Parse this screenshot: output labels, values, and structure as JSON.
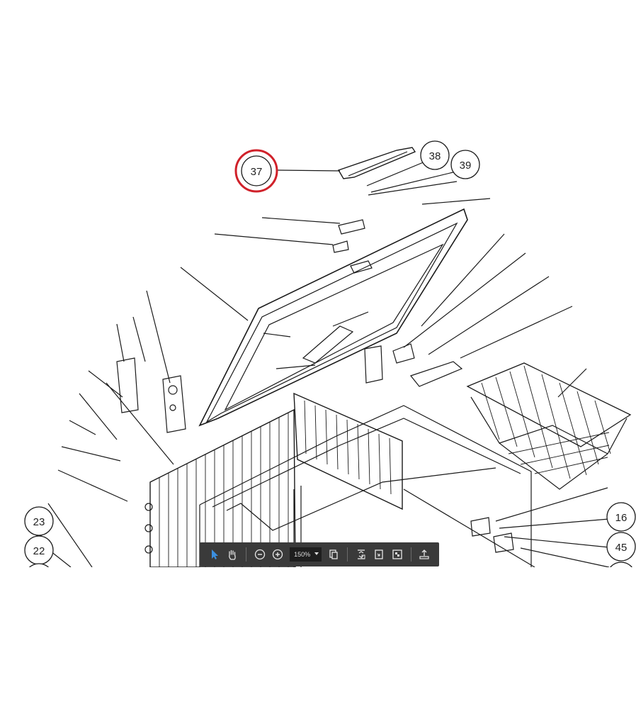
{
  "callouts": [
    {
      "label": "37",
      "highlighted": true
    },
    {
      "label": "38"
    },
    {
      "label": "39"
    },
    {
      "label": "16"
    },
    {
      "label": "45"
    },
    {
      "label": "23"
    },
    {
      "label": "22"
    }
  ],
  "toolbar": {
    "zoom_value": "150%",
    "tools": [
      "select-pointer-icon",
      "hand-pan-icon",
      "zoom-out-icon",
      "zoom-in-icon",
      "page-copy-icon",
      "fit-page-icon",
      "fit-width-icon",
      "fullscreen-icon",
      "export-share-icon"
    ]
  },
  "colors": {
    "highlight": "#d0212a",
    "line": "#1a1a1a",
    "toolbar_bg": "#3a3a3a",
    "pointer_accent": "#3b8fe0"
  }
}
